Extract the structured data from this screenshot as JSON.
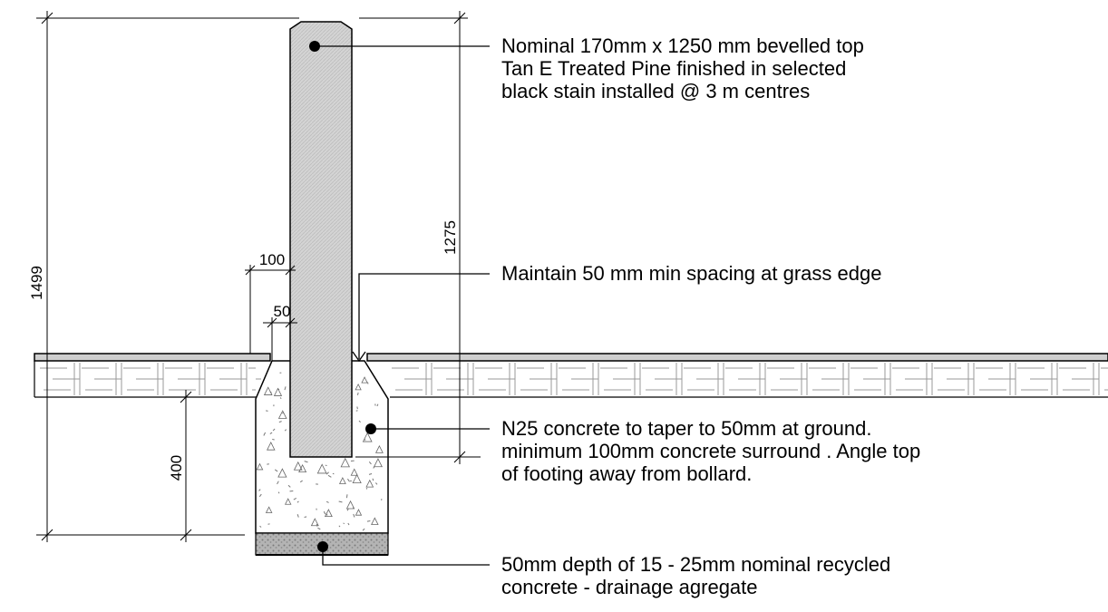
{
  "notes": {
    "post": [
      "Nominal 170mm x 1250 mm bevelled top",
      "Tan E Treated Pine finished in selected",
      "black stain installed @ 3 m centres"
    ],
    "spacing": [
      "Maintain 50 mm min spacing at grass edge"
    ],
    "concrete": [
      "N25 concrete to taper to 50mm at ground.",
      "minimum 100mm concrete surround . Angle top",
      "of footing away from bollard."
    ],
    "drainage": [
      "50mm depth of 15 - 25mm nominal recycled",
      "concrete - drainage agregate"
    ]
  },
  "dimensions": {
    "total_height": "1499",
    "post_above_ground": "1275",
    "footing_depth": "400",
    "surround_width": "100",
    "taper_width": "50"
  },
  "colors": {
    "post_fill": "#d2d2d2",
    "surface_fill": "#c8c8c8",
    "drainage_fill": "#a8a8a8",
    "line": "#000000"
  }
}
